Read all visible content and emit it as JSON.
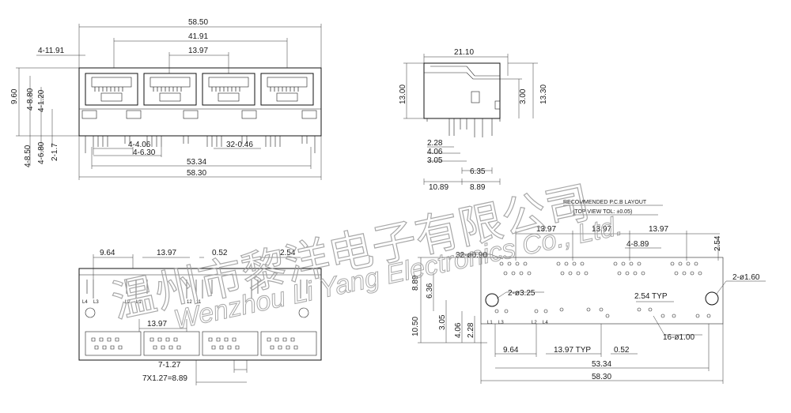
{
  "front_view": {
    "top_dims": [
      "58.50",
      "41.91",
      "13.97",
      "4-11.91"
    ],
    "left_dims": [
      "9.60",
      "4-8.80",
      "4-1.20",
      "2-1.7",
      "4-6.80",
      "4-8.50"
    ],
    "bottom_dims": [
      "4-4.06",
      "4-6.30",
      "32-0.46",
      "53.34",
      "58.30"
    ]
  },
  "side_view": {
    "dims": [
      "21.10",
      "13.00",
      "13.30",
      "3.00",
      "2.28",
      "4.06",
      "3.05",
      "6.35",
      "10.89",
      "8.89"
    ]
  },
  "bottom_view": {
    "top_dims": [
      "9.64",
      "13.97",
      "0.52",
      "2.54"
    ],
    "inner_dim": "13.97",
    "pin_labels": [
      "L4",
      "L3",
      "L2",
      "L1",
      "12",
      "11"
    ],
    "bottom_dims": [
      "7-1.27",
      "7X1.27=8.89"
    ]
  },
  "pcb_layout": {
    "title": "RECOMMENDED P.C.B LAYOUT",
    "subtitle": "(TOP VIEW TOL: ±0.05)",
    "top_dims": [
      "13.97",
      "13.97",
      "13.97",
      "2.54"
    ],
    "callouts": [
      "32-ø0.90",
      "4-8.89",
      "2-ø3.25",
      "2-ø1.60",
      "2.54 TYP",
      "16-ø1.00"
    ],
    "left_dims": [
      "8.89",
      "6.36",
      "10.50",
      "3.05",
      "4.06",
      "2.28"
    ],
    "bottom_dims": [
      "9.64",
      "13.97 TYP",
      "0.52",
      "53.34",
      "58.30"
    ],
    "pin_labels": [
      "L1",
      "L3",
      "L2",
      "L4"
    ]
  },
  "watermark": {
    "chinese": "温州市黎洋电子有限公司",
    "english": "Wenzhou Li Yang Electronics Co., Ltd."
  }
}
